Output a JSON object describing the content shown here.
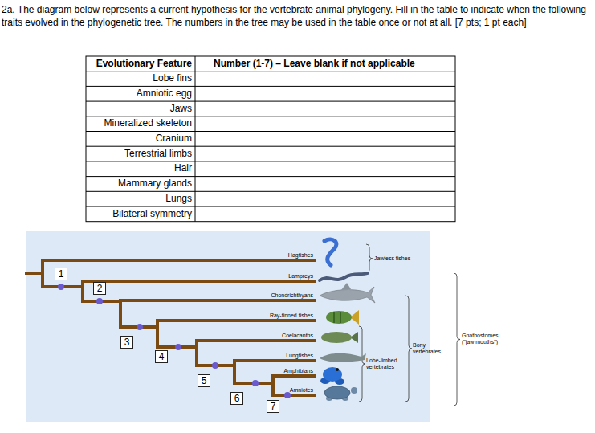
{
  "diagram": {
    "title": "2a. The diagram below represents a current hypothesis for the vertebrate animal phylogeny. Fill in the table to indicate when the following traits evolved in the phylogenetic tree. The numbers in the tree may be used in the table once or not at all. [7 pts; 1 pt each]",
    "nodes": [
      {
        "text": [
          "1"
        ]
      },
      {
        "text": [
          "2"
        ]
      },
      {
        "text": [
          "3"
        ]
      },
      {
        "text": [
          "4"
        ]
      },
      {
        "text": [
          "5"
        ]
      },
      {
        "text": [
          "6"
        ]
      },
      {
        "text": [
          "7"
        ]
      }
    ],
    "labels": [
      "Evolutionary Feature",
      "Number (1-7) – Leave blank if not applicable",
      "Lobe fins",
      "Amniotic egg",
      "Jaws",
      "Mineralized skeleton",
      "Cranium",
      "Terrestrial limbs",
      "Hair",
      "Mammary glands",
      "Lungs",
      "Bilateral symmetry",
      "Hagfishes",
      "Lampreys",
      "Chondrichthyans",
      "Ray-finned fishes",
      "Coelacanths",
      "Lungfishes",
      "Amphibians",
      "Amniotes",
      "Jawless fishes",
      "Lobe-limbed vertebrates",
      "Bony vertebrates",
      "Gnathostomes (\"jaw mouths\")"
    ]
  }
}
